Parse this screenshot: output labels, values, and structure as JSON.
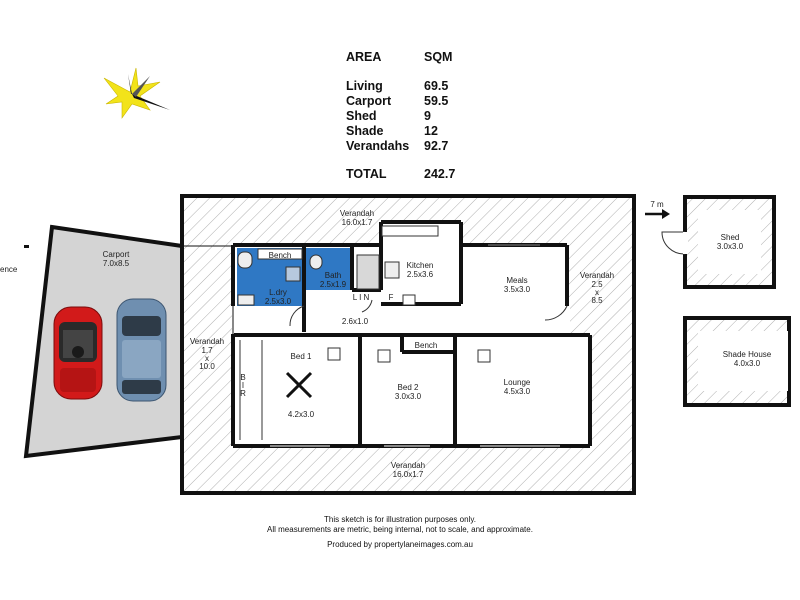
{
  "area_table": {
    "header": {
      "label": "AREA",
      "value": "SQM"
    },
    "rows": [
      {
        "label": "Living",
        "value": "69.5"
      },
      {
        "label": "Carport",
        "value": "59.5"
      },
      {
        "label": "Shed",
        "value": "9"
      },
      {
        "label": "Shade",
        "value": "12"
      },
      {
        "label": "Verandahs",
        "value": "92.7"
      }
    ],
    "total": {
      "label": "TOTAL",
      "value": "242.7"
    }
  },
  "labels": {
    "carport": {
      "name": "Carport",
      "size": "7.0x8.5"
    },
    "fence": "ence",
    "verandah_top": {
      "name": "Verandah",
      "size": "16.0x1.7"
    },
    "verandah_bottom": {
      "name": "Verandah",
      "size": "16.0x1.7"
    },
    "verandah_left": {
      "name": "Verandah",
      "l1": "1.7",
      "l2": "x",
      "l3": "10.0"
    },
    "verandah_right": {
      "name": "Verandah",
      "l1": "2.5",
      "l2": "x",
      "l3": "8.5"
    },
    "laundry": {
      "name": "L.dry",
      "size": "2.5x3.0"
    },
    "bath": {
      "name": "Bath",
      "size": "2.5x1.9"
    },
    "kitchen": {
      "name": "Kitchen",
      "size": "2.5x3.6"
    },
    "meals": {
      "name": "Meals",
      "size": "3.5x3.0"
    },
    "hall": {
      "size": "2.6x1.0"
    },
    "bed1": {
      "name": "Bed 1",
      "size": "4.2x3.0"
    },
    "bed2": {
      "name": "Bed 2",
      "size": "3.0x3.0"
    },
    "lounge": {
      "name": "Lounge",
      "size": "4.5x3.0"
    },
    "bench_top": "Bench",
    "bench_mid": "Bench",
    "lin": "L I N",
    "fridge": "F",
    "bir": [
      "B",
      "I",
      "R"
    ],
    "distance": "7 m",
    "shed": {
      "name": "Shed",
      "size": "3.0x3.0"
    },
    "shade_house": {
      "name": "Shade House",
      "size": "4.0x3.0"
    }
  },
  "footer": {
    "line1": "This sketch is for illustration purposes only.",
    "line2": "All measurements are metric, being internal, not to scale, and approximate.",
    "line3": "Produced by propertylaneimages.com.au"
  },
  "colors": {
    "wall": "#111111",
    "wet_area": "#2f78c4",
    "carport_fill": "#d4d4d4",
    "hatch": "#9a9a9a",
    "car_red": "#d21a1a",
    "car_blue": "#6f8fb0",
    "compass": "#f2e31a"
  }
}
